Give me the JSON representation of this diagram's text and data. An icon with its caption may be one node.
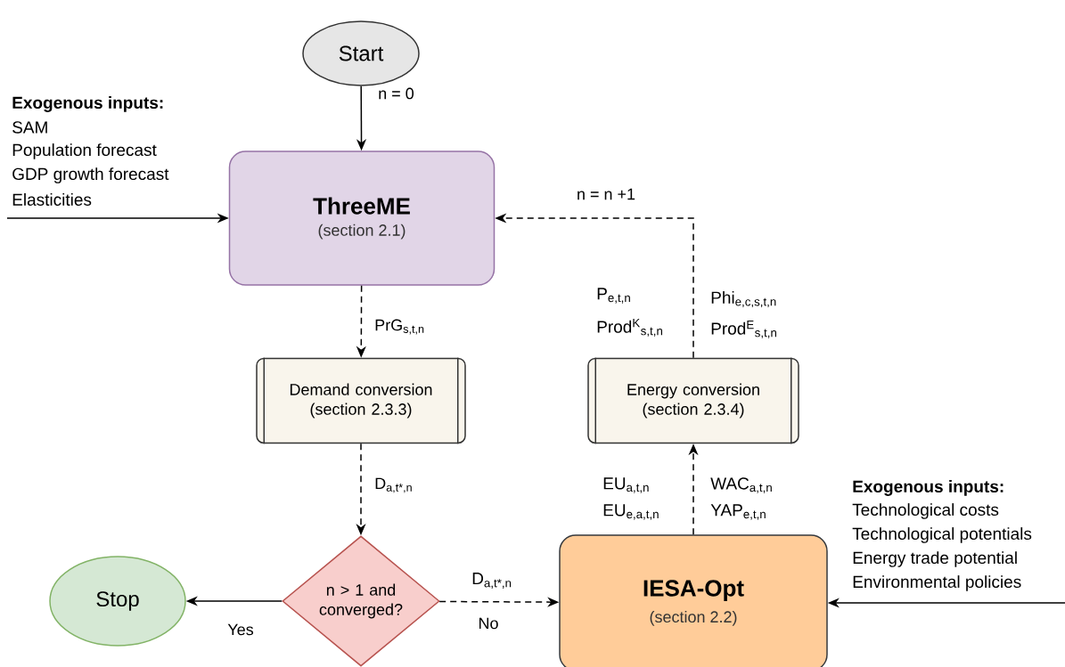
{
  "diagram": {
    "nodes": [
      {
        "text": [
          "Start"
        ]
      },
      {
        "text": [
          "ThreeME",
          "(section 2.1)"
        ]
      },
      {
        "text": [
          "Demand conversion (section 2.3.3)"
        ]
      },
      {
        "text": [
          "Energy conversion (section 2.3.4)"
        ]
      },
      {
        "text": [
          "n > 1 and converged?"
        ]
      },
      {
        "text": [
          "IESA-Opt",
          "(section 2.2)"
        ]
      },
      {
        "text": [
          "Stop"
        ]
      }
    ],
    "edges": [
      {
        "from": 0,
        "to": 1,
        "arrow": "to",
        "label": "n = 0"
      },
      {
        "from": null,
        "to": 1,
        "arrow": "to"
      },
      {
        "from": 1,
        "to": 2,
        "arrow": "to",
        "style": "dashed",
        "label": "PrG$_{s,t,n}$"
      },
      {
        "from": 2,
        "to": 4,
        "arrow": "to",
        "style": "dashed",
        "label": "D$_{a,t*,n}$"
      },
      {
        "from": 4,
        "to": 6,
        "arrow": "to",
        "label": "Yes"
      },
      {
        "from": 4,
        "to": 5,
        "arrow": "to",
        "style": "dashed",
        "label": "No"
      },
      {
        "from": 5,
        "to": 3,
        "arrow": "to",
        "style": "dashed"
      },
      {
        "from": 3,
        "to": 1,
        "arrow": "to",
        "style": "dashed",
        "label": "n = n +1"
      },
      {
        "from": null,
        "to": 5,
        "arrow": "to"
      }
    ],
    "labels": [
      "Exogenous inputs:",
      "SAM",
      "Population forecast",
      "GDP growth forecast",
      "Elasticities",
      "P$_{e,t,n}$",
      "Prod$^{K}$$_{s,t,n}$",
      "Phi$_{e,c,s,t,n}$",
      "Prod$^{E}$$_{s,t,n}$",
      "EU$_{a,t,n}$",
      "EU$_{e,a,t,n}$",
      "WAC$_{a,t,n}$",
      "YAP$_{e,t,n}$",
      "D$_{a,t*,n}$",
      "Exogenous inputs:",
      "Technological costs",
      "Technological potentials",
      "Energy trade potential",
      "Environmental policies"
    ]
  }
}
